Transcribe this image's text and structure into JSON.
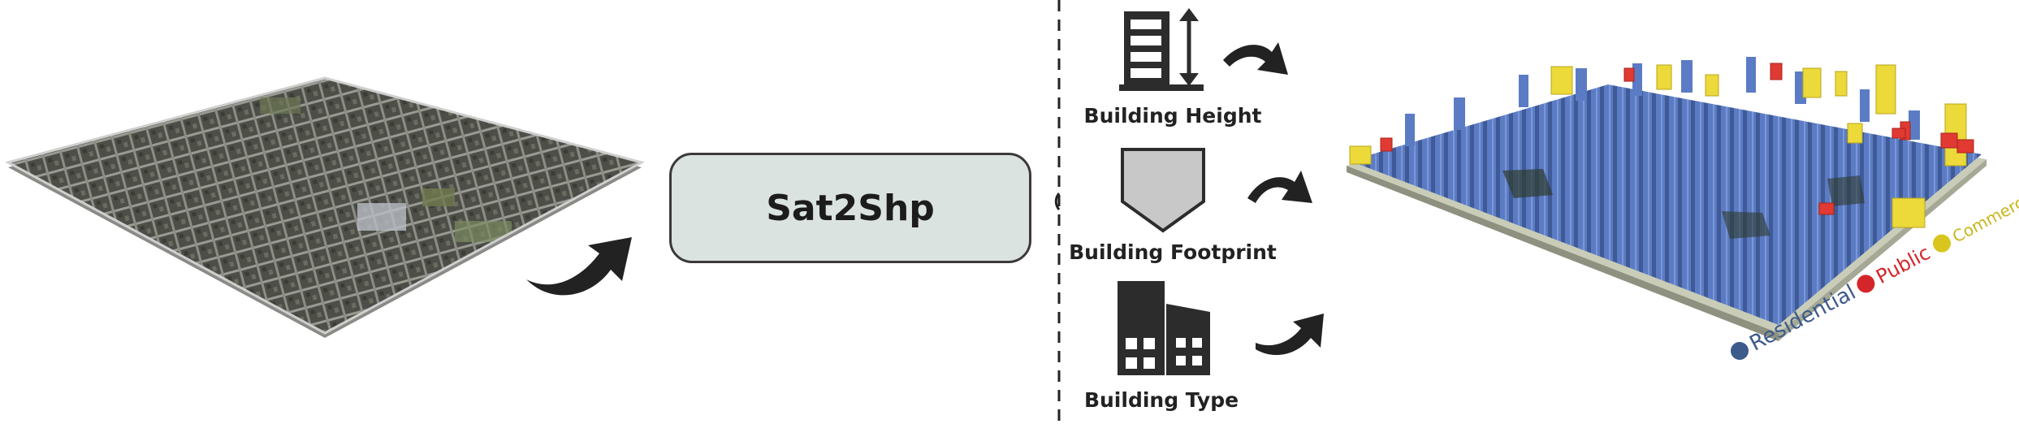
{
  "process_box": {
    "label": "Sat2Shp"
  },
  "outputs": [
    {
      "label": "Building Height"
    },
    {
      "label": "Building Footprint"
    },
    {
      "label": "Building Type"
    }
  ],
  "legend": [
    {
      "label": "Residential",
      "color": "#3c5a8a"
    },
    {
      "label": "Public",
      "color": "#d4262a"
    },
    {
      "label": "Commercial",
      "color": "#d8c61e"
    }
  ],
  "colors": {
    "residential_buildings": "#5b7cc4",
    "public_buildings": "#e03a32",
    "commercial_buildings": "#ecd93a",
    "arrows": "#222222"
  }
}
